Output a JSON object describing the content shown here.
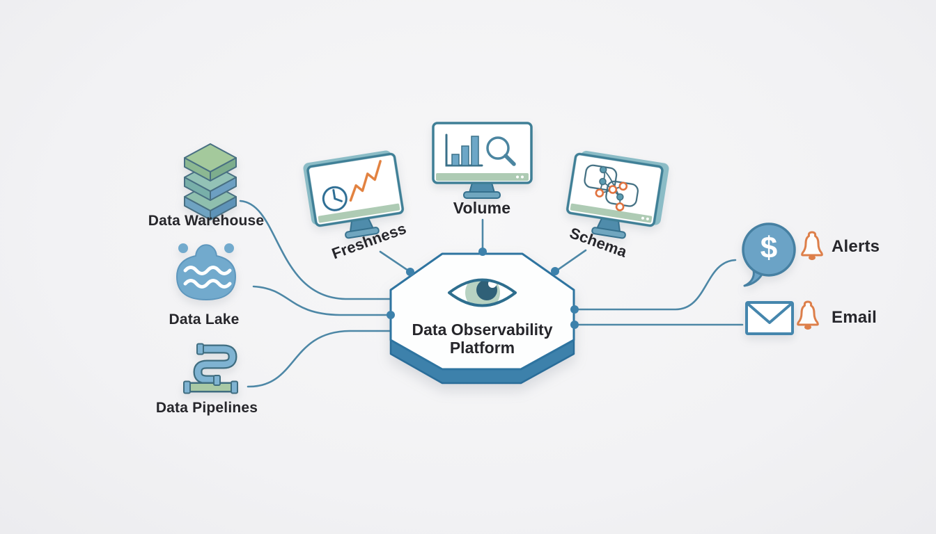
{
  "diagram": {
    "title": {
      "line1": "Data Observability",
      "line2": "Platform"
    },
    "center_icon": "eye-icon",
    "sources": [
      {
        "label": "Data Warehouse",
        "icon": "warehouse-stack-icon"
      },
      {
        "label": "Data Lake",
        "icon": "lake-icon"
      },
      {
        "label": "Data Pipelines",
        "icon": "pipes-icon"
      }
    ],
    "monitors": [
      {
        "label": "Freshness",
        "icon": "monitor-clock-trend-icon"
      },
      {
        "label": "Volume",
        "icon": "monitor-barchart-magnifier-icon"
      },
      {
        "label": "Schema",
        "icon": "monitor-schema-graph-icon"
      }
    ],
    "outputs": [
      {
        "label": "Alerts",
        "icon": "chat-bubble-icon",
        "badge": "$",
        "secondary_icon": "bell-icon"
      },
      {
        "label": "Email",
        "icon": "envelope-icon",
        "secondary_icon": "bell-icon"
      }
    ],
    "colors": {
      "background": "#f3f4f5",
      "connector_blue": "#4d87a6",
      "octagon_border": "#2e74a0",
      "octagon_side": "#3d81ab",
      "accent_orange": "#e0813f",
      "bell_orange": "#dd7f4a",
      "icon_blue": "#6ba3c6",
      "icon_green": "#a6cba0",
      "sage_strip": "#aecbb4",
      "iris_green": "#b7d2c2",
      "pupil_blue": "#2f6077",
      "text": "#26262b"
    }
  }
}
